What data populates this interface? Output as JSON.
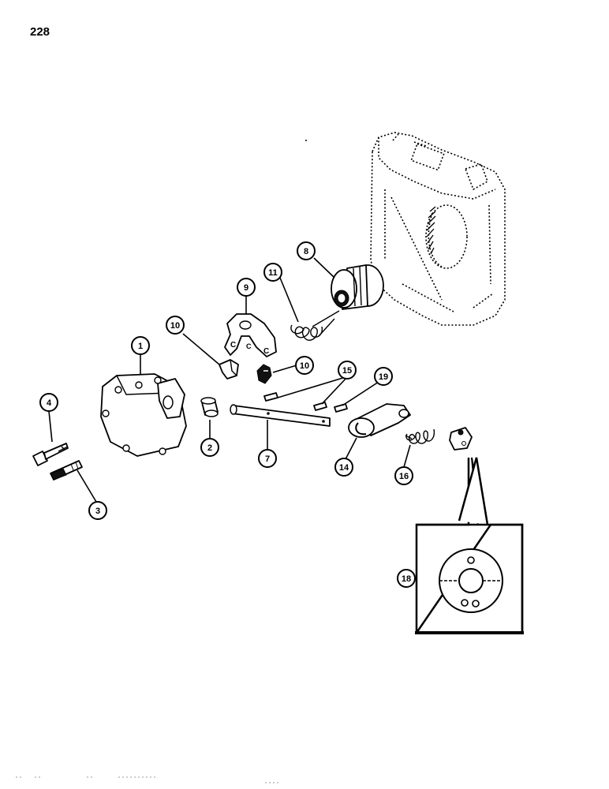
{
  "page_number": "228",
  "callouts": {
    "c1": "1",
    "c2": "2",
    "c3": "3",
    "c4": "4",
    "c7": "7",
    "c8": "8",
    "c9": "9",
    "c10a": "10",
    "c10b": "10",
    "c11": "11",
    "c14": "14",
    "c15": "15",
    "c16": "16",
    "c18": "18",
    "c19": "19"
  }
}
